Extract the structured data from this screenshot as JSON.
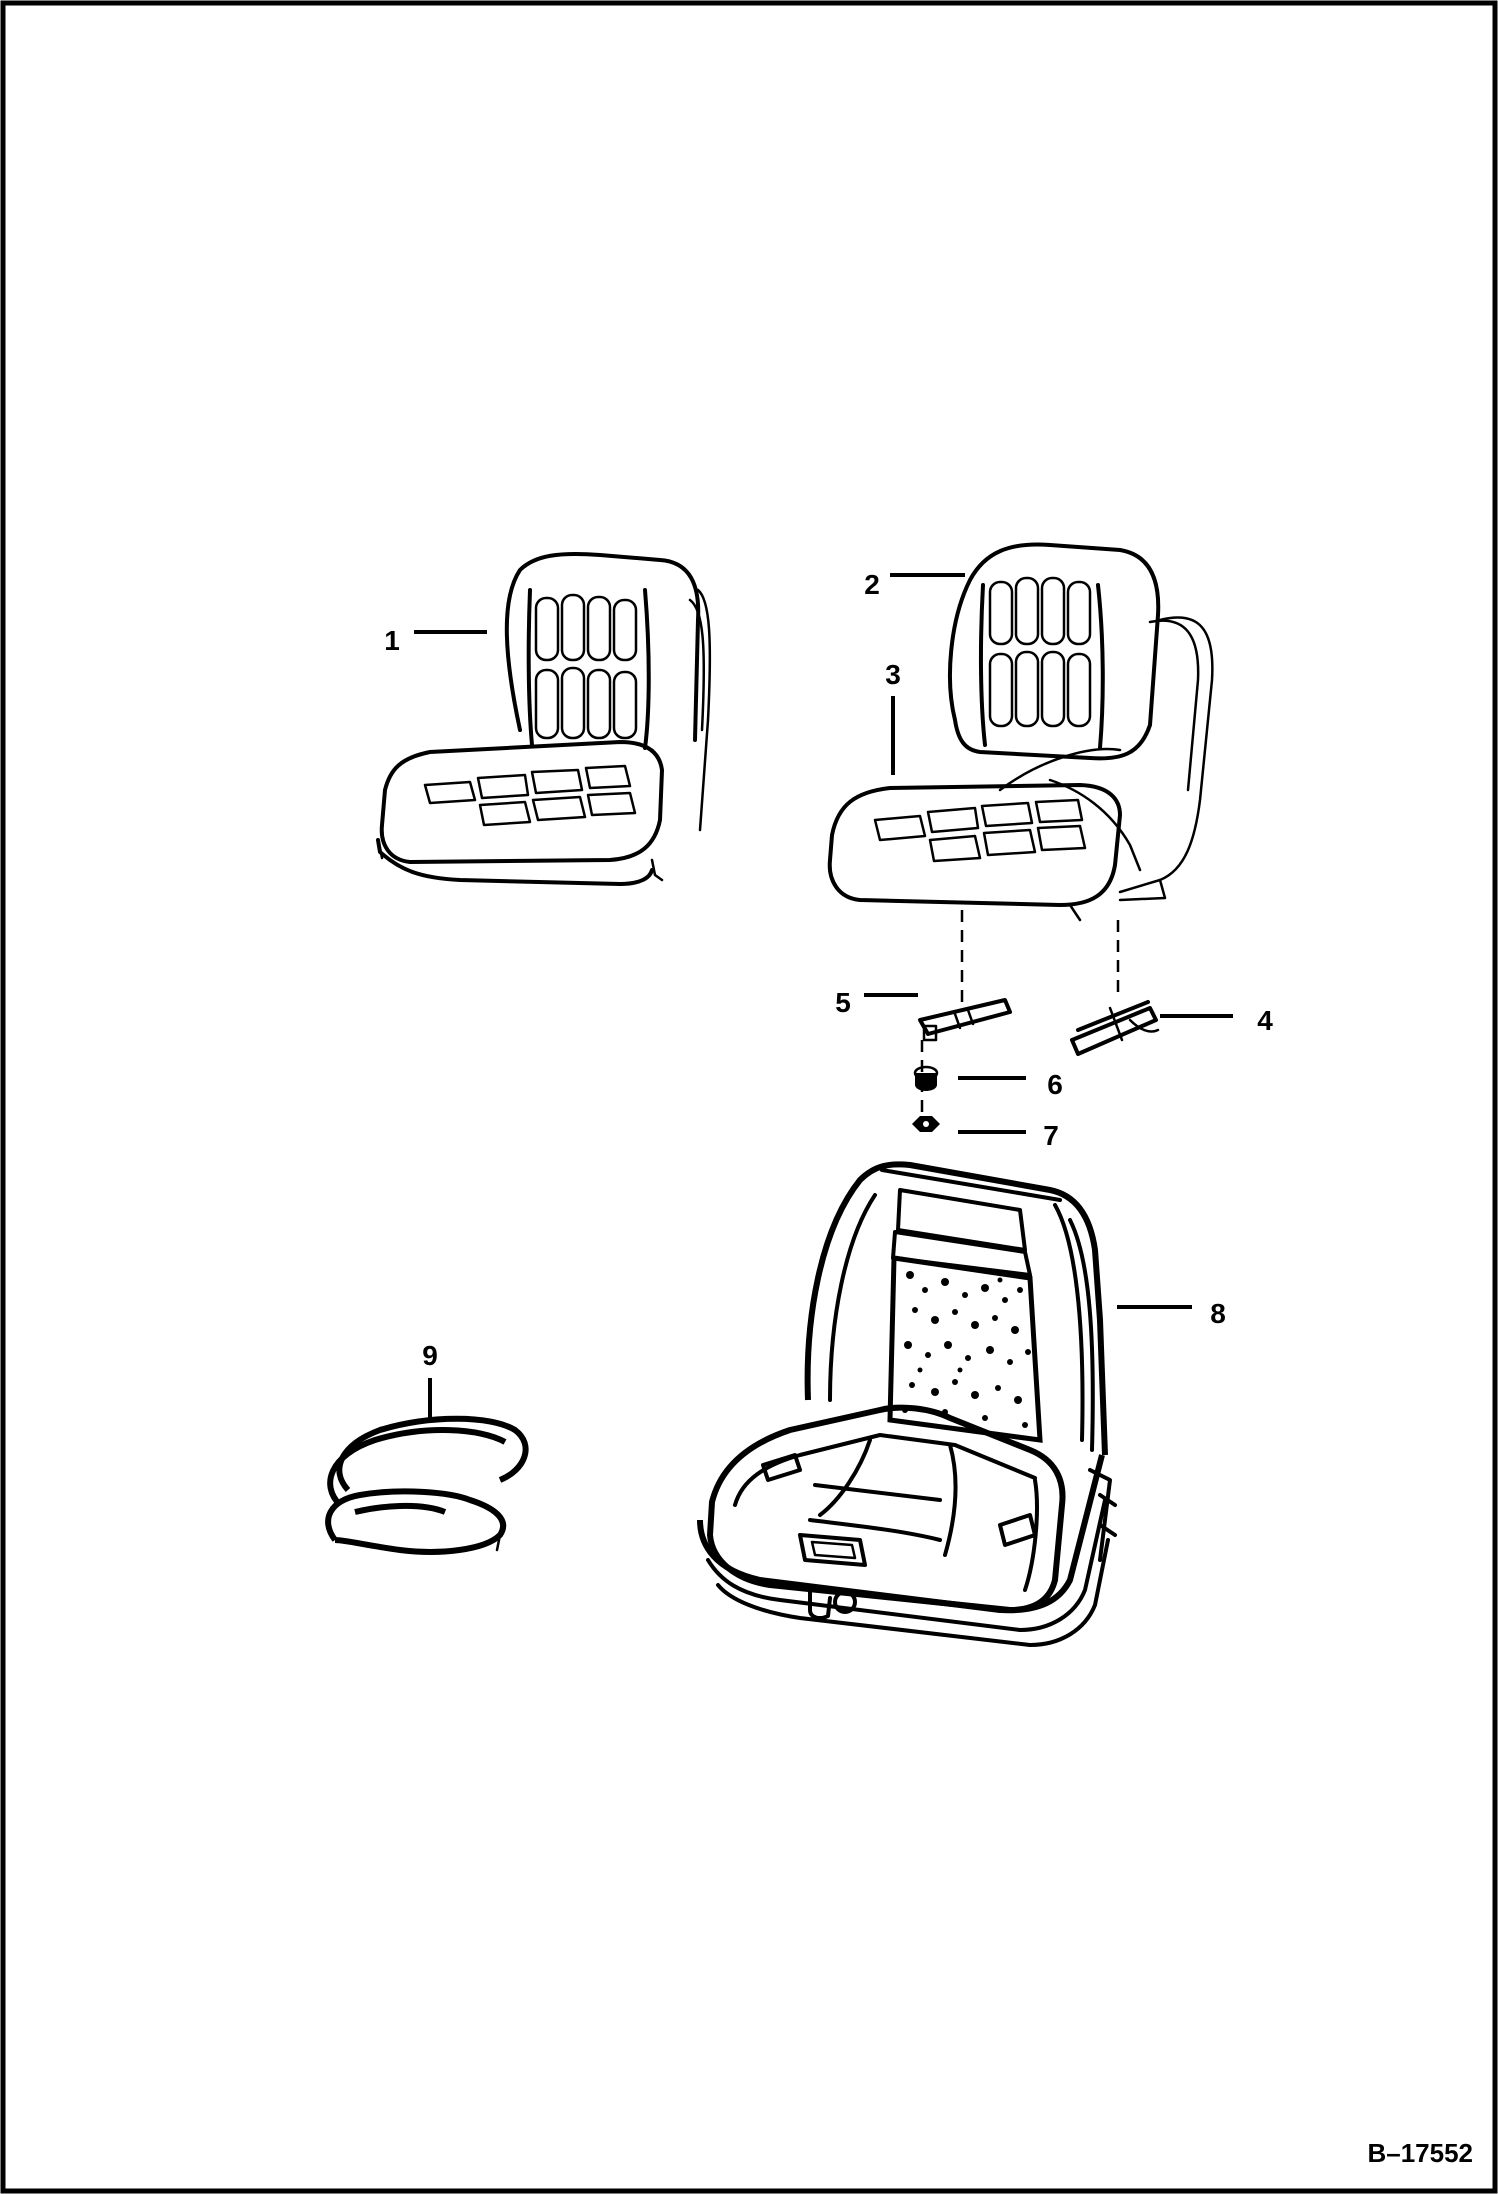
{
  "figure_id": "B–17552",
  "callouts": [
    {
      "id": "c1",
      "label": "1",
      "part": "seat-assembly-basic"
    },
    {
      "id": "c2",
      "label": "2",
      "part": "seat-back-cushion"
    },
    {
      "id": "c3",
      "label": "3",
      "part": "seat-bottom-cushion"
    },
    {
      "id": "c4",
      "label": "4",
      "part": "seat-slide-rail-right"
    },
    {
      "id": "c5",
      "label": "5",
      "part": "seat-slide-rail-left"
    },
    {
      "id": "c6",
      "label": "6",
      "part": "spacer"
    },
    {
      "id": "c7",
      "label": "7",
      "part": "nut"
    },
    {
      "id": "c8",
      "label": "8",
      "part": "suspension-seat-assembly"
    },
    {
      "id": "c9",
      "label": "9",
      "part": "edge-trim-seal"
    }
  ]
}
